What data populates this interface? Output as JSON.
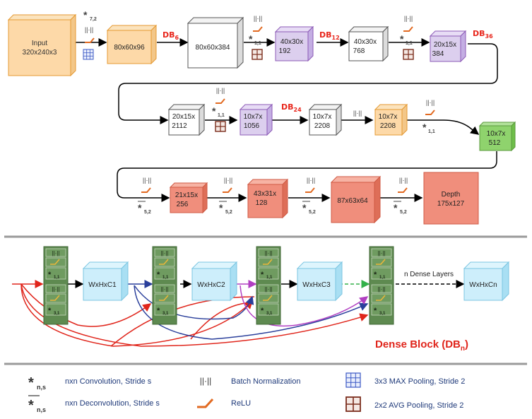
{
  "top": {
    "boxes": {
      "input": [
        "Input",
        "320x240x3"
      ],
      "b1": [
        "80x60x96"
      ],
      "b2": [
        "80x60x384"
      ],
      "b3": [
        "40x30x",
        "192"
      ],
      "b4": [
        "40x30x",
        "768"
      ],
      "b5": [
        "20x15x",
        "384"
      ],
      "b6": [
        "20x15x",
        "2112"
      ],
      "b7": [
        "10x7x",
        "1056"
      ],
      "b8": [
        "10x7x",
        "2208"
      ],
      "b9": [
        "10x7x",
        "2208"
      ],
      "b10": [
        "10x7x",
        "512"
      ],
      "b11": [
        "21x15x",
        "256"
      ],
      "b12": [
        "43x31x",
        "128"
      ],
      "b13": [
        "87x63x64"
      ],
      "depth": [
        "Depth",
        "175x127"
      ]
    },
    "db_labels": {
      "db6": "DB6",
      "db12": "DB12",
      "db36": "DB36",
      "db24": "DB24"
    },
    "conv_symbol": "*",
    "op_labels": {
      "conv72": "7,2",
      "conv11": "1,1",
      "deconv52": "5,2"
    },
    "bn_symbol": "||·||"
  },
  "dense_block": {
    "cubes": [
      "WxHxC1",
      "WxHxC2",
      "WxHxC3",
      "WxHxCn"
    ],
    "n_layers_label": "n Dense Layers",
    "title": "Dense Block (DBn)",
    "ops": [
      "||·||",
      "*1,1",
      "||·||",
      "*3,1"
    ]
  },
  "legend": {
    "items": [
      {
        "symbol": "*n,s",
        "label": "nxn Convolution, Stride s"
      },
      {
        "symbol": "||·||",
        "label": "Batch Normalization"
      },
      {
        "symbol": "grid-3x3-icon",
        "label": "3x3 MAX Pooling, Stride 2"
      },
      {
        "symbol": "*n,s (overlined)",
        "label": "nxn Deconvolution, Stride s"
      },
      {
        "symbol": "relu-icon",
        "label": "ReLU"
      },
      {
        "symbol": "grid-2x2-icon",
        "label": "2x2 AVG Pooling, Stride 2"
      }
    ]
  },
  "colors": {
    "orange": "#fdd9a8",
    "orange_edge": "#e59a33",
    "purple": "#dccfee",
    "purple_edge": "#8d5bb7",
    "green": "#8fd36d",
    "salmon": "#f08e7c",
    "blue_cube": "#cdeefb",
    "dark_green": "#5e8a50",
    "red": "#e0251b",
    "navy": "#2a3f9b",
    "magenta": "#b13fc2"
  }
}
